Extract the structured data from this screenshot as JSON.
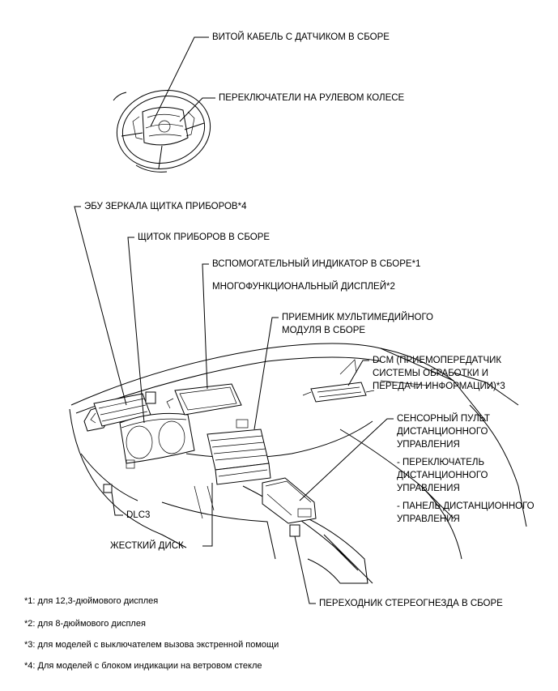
{
  "labels": {
    "spiral_cable": "ВИТОЙ КАБЕЛЬ С ДАТЧИКОМ В СБОРЕ",
    "steering_switches": "ПЕРЕКЛЮЧАТЕЛИ НА РУЛЕВОМ КОЛЕСЕ",
    "mirror_ecu": "ЭБУ ЗЕРКАЛА ЩИТКА ПРИБОРОВ*4",
    "cluster": "ЩИТОК ПРИБОРОВ В СБОРЕ",
    "aux_indicator": "ВСПОМОГАТЕЛЬНЫЙ ИНДИКАТОР В СБОРЕ*1",
    "mfd": "МНОГОФУНКЦИОНАЛЬНЫЙ ДИСПЛЕЙ*2",
    "receiver_1": "ПРИЕМНИК МУЛЬТИМЕДИЙНОГО",
    "receiver_2": "МОДУЛЯ В СБОРЕ",
    "dcm_1": "DCM (ПРИЕМОПЕРЕДАТЧИК",
    "dcm_2": "СИСТЕМЫ ОБРАБОТКИ И",
    "dcm_3": "ПЕРЕДАЧИ ИНФОРМАЦИИ)*3",
    "touch_1": "СЕНСОРНЫЙ ПУЛЬТ",
    "touch_2": "ДИСТАНЦИОННОГО",
    "touch_3": "УПРАВЛЕНИЯ",
    "remote_switch_1": "- ПЕРЕКЛЮЧАТЕЛЬ",
    "remote_switch_2": "ДИСТАНЦИОННОГО",
    "remote_switch_3": "УПРАВЛЕНИЯ",
    "remote_panel_1": "- ПАНЕЛЬ ДИСТАНЦИОННОГО",
    "remote_panel_2": "УПРАВЛЕНИЯ",
    "dlc3": "DLC3",
    "hdd": "ЖЕСТКИЙ ДИСК",
    "stereo_adapter": "ПЕРЕХОДНИК СТЕРЕОГНЕЗДА В СБОРЕ"
  },
  "notes": [
    "*1: для 12,3-дюймового дисплея",
    "*2: для 8-дюймового дисплея",
    "*3: для моделей с выключателем вызова экстренной помощи",
    "*4: Для моделей с блоком индикации на ветровом стекле"
  ]
}
